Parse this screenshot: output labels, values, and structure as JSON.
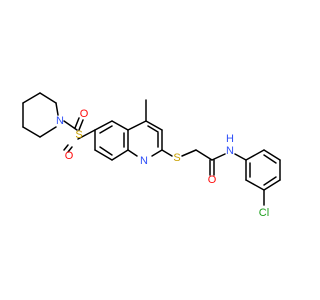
{
  "structure": {
    "atoms": {
      "N_piperidine": "N",
      "S_sulfonyl": "S",
      "O_sulfonyl_top": "O",
      "O_sulfonyl_bottom": "O",
      "N_quinoline": "N",
      "S_thioether": "S",
      "O_carbonyl": "O",
      "N_amide": "N",
      "H_amide": "H",
      "Cl": "Cl"
    },
    "colors": {
      "nitrogen": "#3050F8",
      "sulfur": "#C8A000",
      "oxygen": "#FF0D0D",
      "chlorine": "#1FA01F",
      "carbon": "#000000"
    }
  }
}
